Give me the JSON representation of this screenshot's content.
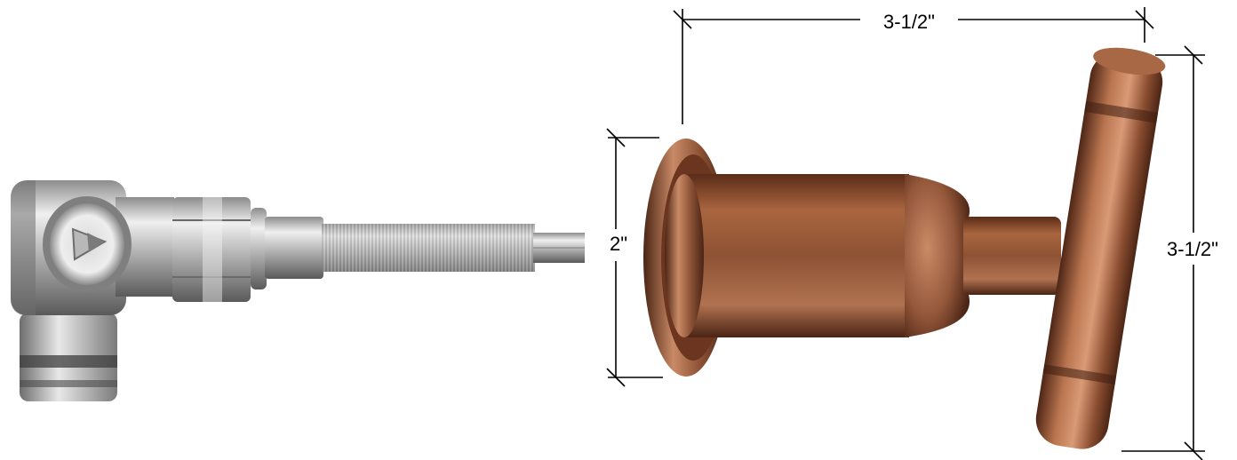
{
  "dimensions": {
    "top_width": "3-1/2\"",
    "flange_height": "2\"",
    "handle_height": "3-1/2\""
  },
  "colors": {
    "background": "#ffffff",
    "dimension_line": "#000000",
    "steel_light": "#e6e6e6",
    "steel_mid": "#a9a9a9",
    "steel_dark": "#5e5e5e",
    "bronze_light": "#c98a66",
    "bronze_mid": "#8f5437",
    "bronze_dark": "#4a2414"
  }
}
